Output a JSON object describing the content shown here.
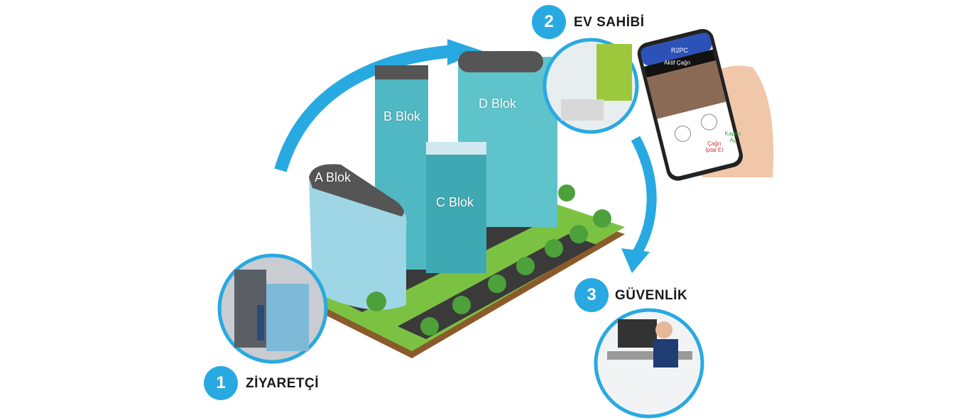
{
  "steps": [
    {
      "number": "1",
      "label": "ZİYARETÇİ"
    },
    {
      "number": "2",
      "label": "EV SAHİBİ"
    },
    {
      "number": "3",
      "label": "GÜVENLİK"
    }
  ],
  "buildings": [
    "A Blok",
    "B Blok",
    "C Blok",
    "D Blok"
  ],
  "phone": {
    "app_title": "R2PC",
    "call_status": "Aktif Çağrı",
    "reject_label": "Çağrı İptal Et",
    "open_door_label": "Kapıyı Aç"
  },
  "colors": {
    "accent": "#29a9e1",
    "glass": "#4fb8c2",
    "grass": "#7cc242",
    "road": "#3a3a3a"
  }
}
